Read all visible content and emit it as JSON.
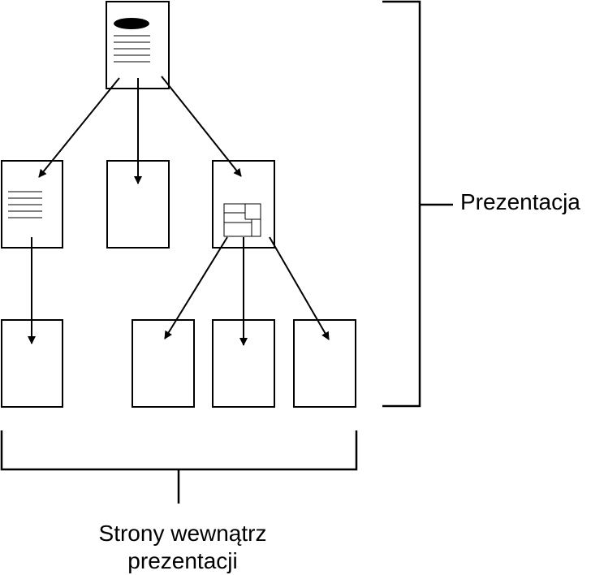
{
  "labels": {
    "presentation": "Prezentacja",
    "pages_line1": "Strony wewnątrz",
    "pages_line2": "prezentacji"
  },
  "nodes": [
    {
      "id": "root",
      "content": "title-and-text"
    },
    {
      "id": "level1-left",
      "content": "text"
    },
    {
      "id": "level1-middle",
      "content": "blank"
    },
    {
      "id": "level1-right",
      "content": "layout-grid"
    },
    {
      "id": "level2-a",
      "content": "blank"
    },
    {
      "id": "level2-b",
      "content": "blank"
    },
    {
      "id": "level2-c",
      "content": "blank"
    },
    {
      "id": "level2-d",
      "content": "blank"
    }
  ],
  "edges": [
    {
      "from": "root",
      "to": "level1-left"
    },
    {
      "from": "root",
      "to": "level1-middle"
    },
    {
      "from": "root",
      "to": "level1-right"
    },
    {
      "from": "level1-left",
      "to": "level2-a"
    },
    {
      "from": "level1-right",
      "to": "level2-b"
    },
    {
      "from": "level1-right",
      "to": "level2-c"
    },
    {
      "from": "level1-right",
      "to": "level2-d"
    }
  ],
  "colors": {
    "stroke": "#000000",
    "fill": "#ffffff"
  }
}
